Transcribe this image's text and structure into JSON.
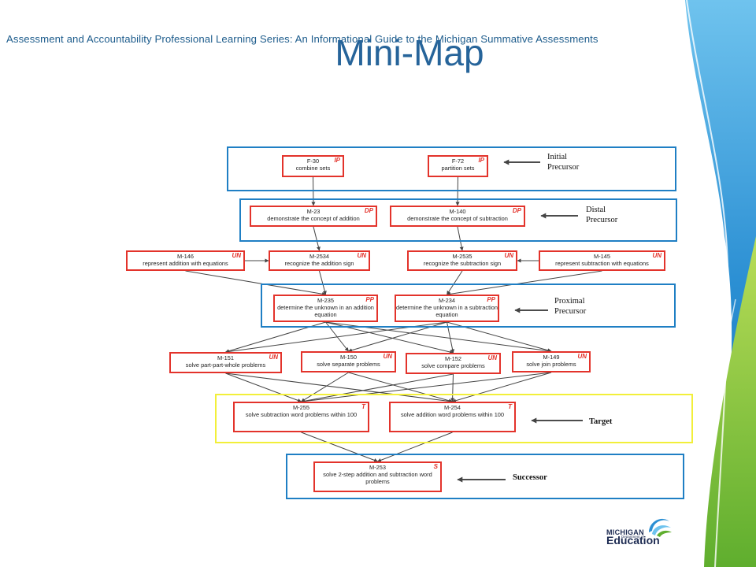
{
  "header": {
    "series_text": "Assessment and Accountability Professional Learning Series: An Informational Guide to the Michigan Summative Assessments",
    "title": "Mini-Map"
  },
  "colors": {
    "title": "#26649a",
    "group_border": "#1f7fc4",
    "target_border": "#f2ef3a",
    "node_border": "#e3332b",
    "tag": "#e3332b"
  },
  "mini_map": {
    "nodes": {
      "f30": {
        "code": "F-30",
        "desc": "combine sets",
        "tag": "IP"
      },
      "f72": {
        "code": "F-72",
        "desc": "partition sets",
        "tag": "IP"
      },
      "m23": {
        "code": "M-23",
        "desc": "demonstrate the concept of addition",
        "tag": "DP"
      },
      "m140": {
        "code": "M-140",
        "desc": "demonstrate the concept of subtraction",
        "tag": "DP"
      },
      "m146": {
        "code": "M-146",
        "desc": "represent addition with equations",
        "tag": "UN"
      },
      "m2534": {
        "code": "M-2534",
        "desc": "recognize the addition sign",
        "tag": "UN"
      },
      "m2535": {
        "code": "M-2535",
        "desc": "recognize the subtraction sign",
        "tag": "UN"
      },
      "m145": {
        "code": "M-145",
        "desc": "represent subtraction with equations",
        "tag": "UN"
      },
      "m235": {
        "code": "M-235",
        "desc": "determine the unknown in an addition equation",
        "tag": "PP"
      },
      "m234": {
        "code": "M-234",
        "desc": "determine the unknown in a subtraction equation",
        "tag": "PP"
      },
      "m151": {
        "code": "M-151",
        "desc": "solve part-part-whole problems",
        "tag": "UN"
      },
      "m150": {
        "code": "M-150",
        "desc": "solve separate problems",
        "tag": "UN"
      },
      "m152": {
        "code": "M-152",
        "desc": "solve compare problems",
        "tag": "UN"
      },
      "m149": {
        "code": "M-149",
        "desc": "solve join problems",
        "tag": "UN"
      },
      "m255": {
        "code": "M-255",
        "desc": "solve subtraction word problems within 100",
        "tag": "T"
      },
      "m254": {
        "code": "M-254",
        "desc": "solve addition word problems within 100",
        "tag": "T"
      },
      "m253": {
        "code": "M-253",
        "desc": "solve 2-step addition and subtraction word problems",
        "tag": "S"
      }
    },
    "labels": {
      "initial": "Initial\nPrecursor",
      "distal": "Distal\nPrecursor",
      "proximal": "Proximal\nPrecursor",
      "target": "Target",
      "successor": "Successor"
    },
    "edges": [
      [
        "f30",
        "m23"
      ],
      [
        "f72",
        "m140"
      ],
      [
        "m23",
        "m2534"
      ],
      [
        "m140",
        "m2535"
      ],
      [
        "m146",
        "m2534"
      ],
      [
        "m145",
        "m2535"
      ],
      [
        "m146",
        "m235"
      ],
      [
        "m2534",
        "m235"
      ],
      [
        "m2535",
        "m234"
      ],
      [
        "m145",
        "m234"
      ],
      [
        "m235",
        "m151"
      ],
      [
        "m235",
        "m150"
      ],
      [
        "m235",
        "m152"
      ],
      [
        "m235",
        "m149"
      ],
      [
        "m234",
        "m151"
      ],
      [
        "m234",
        "m150"
      ],
      [
        "m234",
        "m152"
      ],
      [
        "m234",
        "m149"
      ],
      [
        "m151",
        "m255"
      ],
      [
        "m151",
        "m254"
      ],
      [
        "m150",
        "m255"
      ],
      [
        "m150",
        "m254"
      ],
      [
        "m152",
        "m255"
      ],
      [
        "m152",
        "m254"
      ],
      [
        "m149",
        "m255"
      ],
      [
        "m149",
        "m254"
      ],
      [
        "m255",
        "m253"
      ],
      [
        "m254",
        "m253"
      ]
    ]
  },
  "logo": {
    "line1": "MICHIGAN",
    "line2": "Department of",
    "line3": "Education"
  }
}
